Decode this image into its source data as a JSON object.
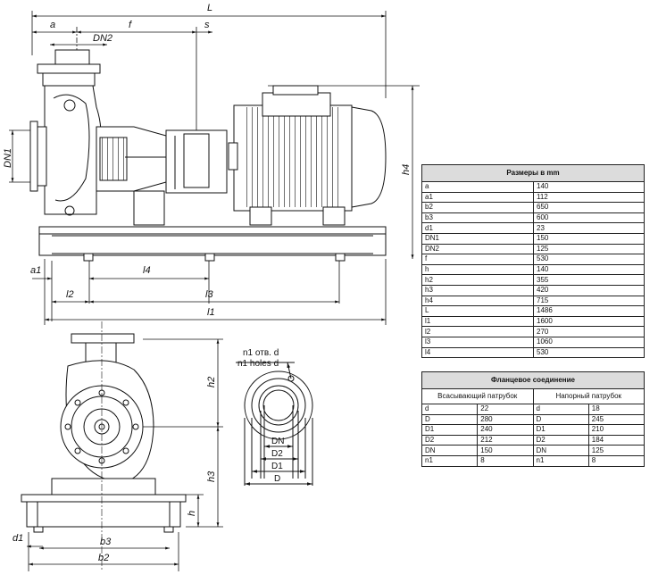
{
  "drawing": {
    "top_dims": {
      "L": "L",
      "a": "a",
      "f": "f",
      "s": "s",
      "DN2": "DN2"
    },
    "side_dims": {
      "DN1": "DN1",
      "h4": "h4"
    },
    "bottom_dims": {
      "a1": "a1",
      "l4": "l4",
      "l2": "l2",
      "l3": "l3",
      "l1": "l1"
    },
    "front_dims": {
      "h2": "h2",
      "h3": "h3",
      "h": "h",
      "d1": "d1",
      "b3": "b3",
      "b2": "b2"
    },
    "flange_dims": {
      "holes_ru": "n1 отв. d",
      "holes_en": "n1 holes d",
      "DN": "DN",
      "D2": "D2",
      "D1": "D1",
      "D": "D"
    }
  },
  "dims_table": {
    "title": "Размеры в mm",
    "rows": [
      {
        "key": "a",
        "value": "140"
      },
      {
        "key": "a1",
        "value": "112"
      },
      {
        "key": "b2",
        "value": "650"
      },
      {
        "key": "b3",
        "value": "600"
      },
      {
        "key": "d1",
        "value": "23"
      },
      {
        "key": "DN1",
        "value": "150"
      },
      {
        "key": "DN2",
        "value": "125"
      },
      {
        "key": "f",
        "value": "530"
      },
      {
        "key": "h",
        "value": "140"
      },
      {
        "key": "h2",
        "value": "355"
      },
      {
        "key": "h3",
        "value": "420"
      },
      {
        "key": "h4",
        "value": "715"
      },
      {
        "key": "L",
        "value": "1486"
      },
      {
        "key": "l1",
        "value": "1600"
      },
      {
        "key": "l2",
        "value": "270"
      },
      {
        "key": "l3",
        "value": "1060"
      },
      {
        "key": "l4",
        "value": "530"
      }
    ]
  },
  "flange_table": {
    "title": "Фланцевое соединение",
    "suction_title": "Всасывающий патрубок",
    "discharge_title": "Напорный патрубок",
    "rows": [
      {
        "k1": "d",
        "v1": "22",
        "k2": "d",
        "v2": "18"
      },
      {
        "k1": "D",
        "v1": "280",
        "k2": "D",
        "v2": "245"
      },
      {
        "k1": "D1",
        "v1": "240",
        "k2": "D1",
        "v2": "210"
      },
      {
        "k1": "D2",
        "v1": "212",
        "k2": "D2",
        "v2": "184"
      },
      {
        "k1": "DN",
        "v1": "150",
        "k2": "DN",
        "v2": "125"
      },
      {
        "k1": "n1",
        "v1": "8",
        "k2": "n1",
        "v2": "8"
      }
    ]
  }
}
